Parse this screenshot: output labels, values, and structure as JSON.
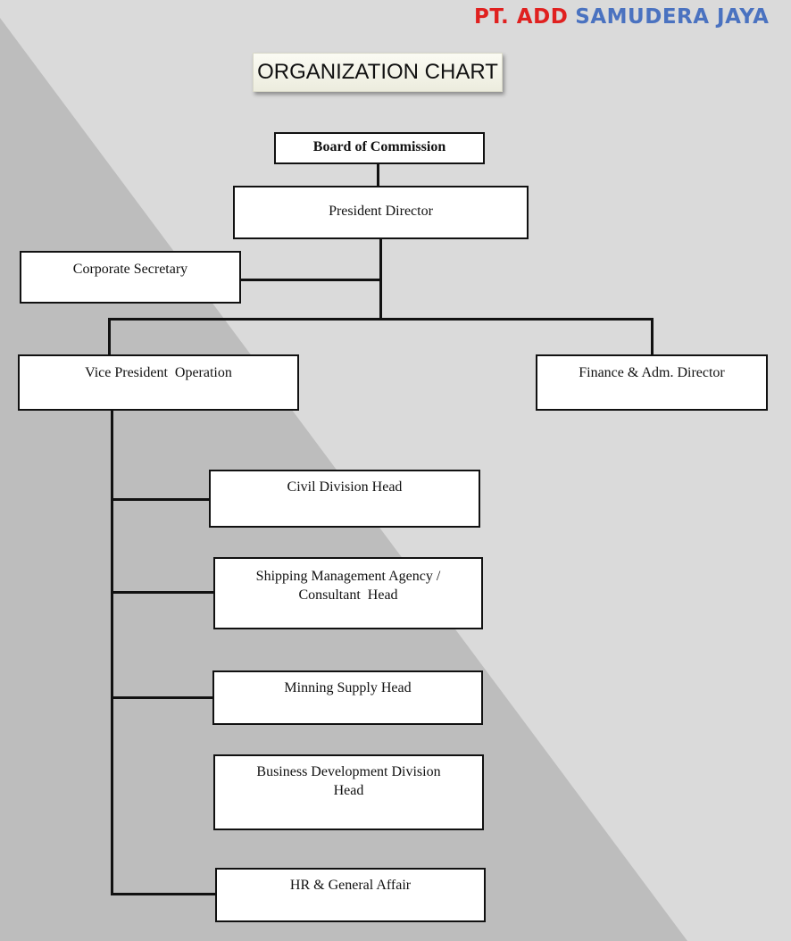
{
  "company": {
    "prefix": "PT. ADD",
    "name": "SAMUDERA JAYA",
    "prefix_color": "#e0201f",
    "name_color": "#4a72c0"
  },
  "title": "ORGANIZATION CHART",
  "nodes": {
    "board": "Board of Commission",
    "president": "President Director",
    "secretary": "Corporate Secretary",
    "vp_operation": "Vice President  Operation",
    "finance": "Finance & Adm. Director",
    "civil": "Civil Division Head",
    "shipping_1": "Shipping Management Agency /",
    "shipping_2": "Consultant  Head",
    "mining": "Minning Supply Head",
    "bizdev_1": "Business Development Division",
    "bizdev_2": "Head",
    "hr": "HR & General Affair"
  },
  "colors": {
    "background_light": "#dadada",
    "background_dark": "#bdbdbd",
    "box_border": "#111111"
  }
}
